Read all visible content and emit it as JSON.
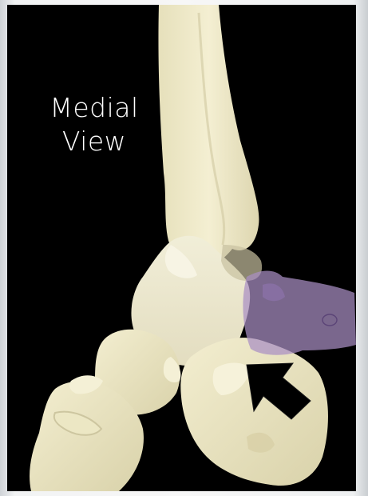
{
  "slide": {
    "caption_line1": "Medial",
    "caption_line2": "View"
  },
  "colors": {
    "background": "#000000",
    "bone": "#ece7c4",
    "bone_shadow": "#cfc8a0",
    "highlight": "#a98fc4",
    "arrow": "#000000"
  },
  "icons": {
    "indicator": "arrow-pointing-up-left"
  }
}
